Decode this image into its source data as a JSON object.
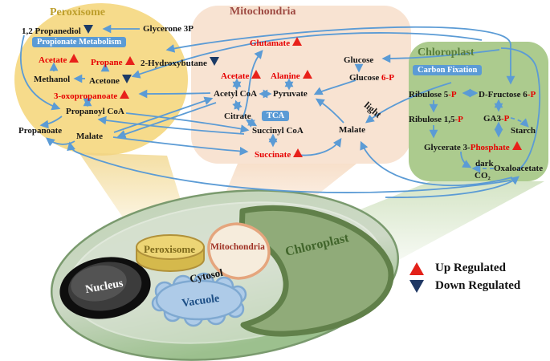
{
  "colors": {
    "arrow": "#5b9bd5",
    "red_text": "#e60000",
    "up_triangle": "#e8211a",
    "down_triangle": "#1f3864",
    "label_box_bg": "#5b9bd5",
    "peroxisome_region": "#f6db8b",
    "mitochondria_region": "#f8e3d2",
    "chloroplast_region": "#accb8e"
  },
  "regions": {
    "peroxisome": {
      "title": "Peroxisome",
      "box_label": "Propionate Metabolism"
    },
    "mitochondria": {
      "title": "Mitochondria",
      "box_label": "TCA"
    },
    "chloroplast": {
      "title": "Chloroplast",
      "box_label": "Carbon Fixation"
    }
  },
  "annotations": {
    "light": "light"
  },
  "nodes": {
    "propanediol": {
      "parts": [
        {
          "text": "1,2 Propanediol",
          "red": false
        }
      ],
      "marker": "down"
    },
    "glycerone": {
      "parts": [
        {
          "text": "Glycerone 3P",
          "red": false
        }
      ],
      "marker": null
    },
    "acetate_perox": {
      "parts": [
        {
          "text": "Acetate",
          "red": true
        }
      ],
      "marker": "up"
    },
    "propane": {
      "parts": [
        {
          "text": "Propane",
          "red": true
        }
      ],
      "marker": "up"
    },
    "methanol": {
      "parts": [
        {
          "text": "Methanol",
          "red": false
        }
      ],
      "marker": null
    },
    "acetone": {
      "parts": [
        {
          "text": "Acetone",
          "red": false
        }
      ],
      "marker": "down"
    },
    "oxopropanoate": {
      "parts": [
        {
          "text": "3-oxopropanoate",
          "red": true
        }
      ],
      "marker": "up"
    },
    "propanoyl_coa": {
      "parts": [
        {
          "text": "Propanoyl CoA",
          "red": false
        }
      ],
      "marker": null
    },
    "propanoate": {
      "parts": [
        {
          "text": "Propanoate",
          "red": false
        }
      ],
      "marker": null
    },
    "malate_perox": {
      "parts": [
        {
          "text": "Malate",
          "red": false
        }
      ],
      "marker": null
    },
    "hydroxybutane": {
      "parts": [
        {
          "text": "2-Hydroxybutane",
          "red": false
        }
      ],
      "marker": "down"
    },
    "glutamate": {
      "parts": [
        {
          "text": "Glutamate",
          "red": true
        }
      ],
      "marker": "up"
    },
    "acetate_mito": {
      "parts": [
        {
          "text": "Acetate",
          "red": true
        }
      ],
      "marker": "up"
    },
    "alanine": {
      "parts": [
        {
          "text": "Alanine",
          "red": true
        }
      ],
      "marker": "up"
    },
    "acetyl_coa": {
      "parts": [
        {
          "text": "Acetyl CoA",
          "red": false
        }
      ],
      "marker": null
    },
    "pyruvate": {
      "parts": [
        {
          "text": "Pyruvate",
          "red": false
        }
      ],
      "marker": null
    },
    "citrate": {
      "parts": [
        {
          "text": "Citrate",
          "red": false
        }
      ],
      "marker": null
    },
    "succinyl_coa": {
      "parts": [
        {
          "text": "Succinyl CoA",
          "red": false
        }
      ],
      "marker": null
    },
    "succinate": {
      "parts": [
        {
          "text": "Succinate",
          "red": true
        }
      ],
      "marker": "up"
    },
    "glucose": {
      "parts": [
        {
          "text": "Glucose",
          "red": false
        }
      ],
      "marker": null
    },
    "glucose6p": {
      "parts": [
        {
          "text": "Glucose ",
          "red": false
        },
        {
          "text": "6-P",
          "red": true
        }
      ],
      "marker": null
    },
    "malate_mito": {
      "parts": [
        {
          "text": "Malate",
          "red": false
        }
      ],
      "marker": null
    },
    "ribulose5p": {
      "parts": [
        {
          "text": "Ribulose 5",
          "red": false
        },
        {
          "text": "-P",
          "red": true
        }
      ],
      "marker": null
    },
    "dfructose6p": {
      "parts": [
        {
          "text": "D-Fructose 6",
          "red": false
        },
        {
          "text": "-P",
          "red": true
        }
      ],
      "marker": null
    },
    "ribulose15p": {
      "parts": [
        {
          "text": "Ribulose 1,5",
          "red": false
        },
        {
          "text": "-P",
          "red": true
        }
      ],
      "marker": null
    },
    "ga3p": {
      "parts": [
        {
          "text": "GA3",
          "red": false
        },
        {
          "text": "-P",
          "red": true
        }
      ],
      "marker": null
    },
    "starch": {
      "parts": [
        {
          "text": "Starch",
          "red": false
        }
      ],
      "marker": null
    },
    "glycerate3p": {
      "parts": [
        {
          "text": "Glycerate 3-",
          "red": false
        },
        {
          "text": "Phosphate",
          "red": true
        }
      ],
      "marker": "up"
    },
    "dark": {
      "parts": [
        {
          "text": "dark",
          "red": false
        }
      ],
      "marker": null
    },
    "co2": {
      "parts": [
        {
          "text": "CO₂",
          "red": false
        }
      ],
      "marker": null
    },
    "oxaloacetate": {
      "parts": [
        {
          "text": "Oxaloacetate",
          "red": false
        }
      ],
      "marker": null
    }
  },
  "cell": {
    "nucleus": "Nucleus",
    "peroxisome": "Peroxisome",
    "mitochondria": "Mitochondria",
    "cytosol": "Cytosol",
    "vacuole": "Vacuole",
    "chloroplast": "Chloroplast"
  },
  "legend": {
    "up": "Up Regulated",
    "down": "Down Regulated"
  }
}
